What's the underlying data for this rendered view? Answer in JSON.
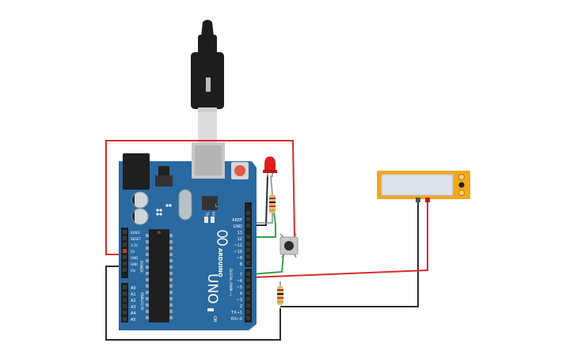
{
  "board": {
    "name": "ARDUINO",
    "model": "UNO",
    "on_label": "ON",
    "tx_label": "TX",
    "rx_label": "RX",
    "l_label": "L",
    "power_section_label": "POWER",
    "analog_section_label": "ANALOG IN",
    "digital_section_label": "DIGITAL (PWM ~)",
    "power_pins": [
      "IOREF",
      "RESET",
      "3.3V",
      "5V",
      "GND",
      "GND",
      "Vin"
    ],
    "analog_pins": [
      "A0",
      "A1",
      "A2",
      "A3",
      "A4",
      "A5"
    ],
    "digital_top": [
      "AREF",
      "GND",
      "13",
      "12",
      "~11",
      "~10",
      "~9",
      "8"
    ],
    "digital_bottom": [
      "7",
      "~6",
      "~5",
      "4",
      "~3",
      "2",
      "TX→1",
      "RX←0"
    ]
  },
  "colors": {
    "board": "#2a6aa0",
    "wire_red": "#d62b2b",
    "wire_black": "#2b2b2b",
    "wire_green": "#2fa44a",
    "display_body": "#f2a81d"
  }
}
